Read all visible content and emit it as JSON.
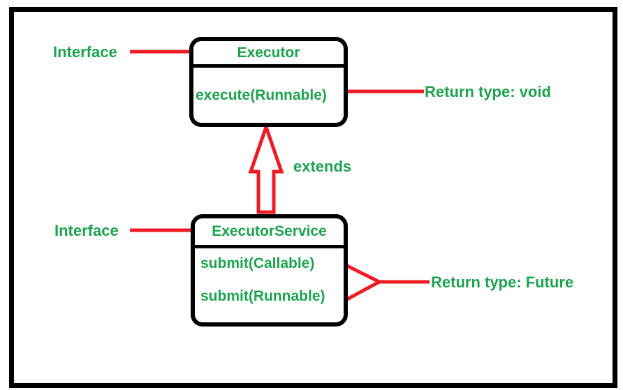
{
  "colors": {
    "green": "#1ea24f",
    "red": "#ed1c24",
    "border": "#000000",
    "background": "#ffffff"
  },
  "executor_box": {
    "title": "Executor",
    "methods": [
      "execute(Runnable)"
    ]
  },
  "executor_service_box": {
    "title": "ExecutorService",
    "methods": [
      "submit(Callable)",
      "submit(Runnable)"
    ]
  },
  "labels": {
    "interface_top": "Interface",
    "interface_bottom": "Interface",
    "extends": "extends",
    "return_void": "Return type: void",
    "return_future": "Return type: Future"
  }
}
